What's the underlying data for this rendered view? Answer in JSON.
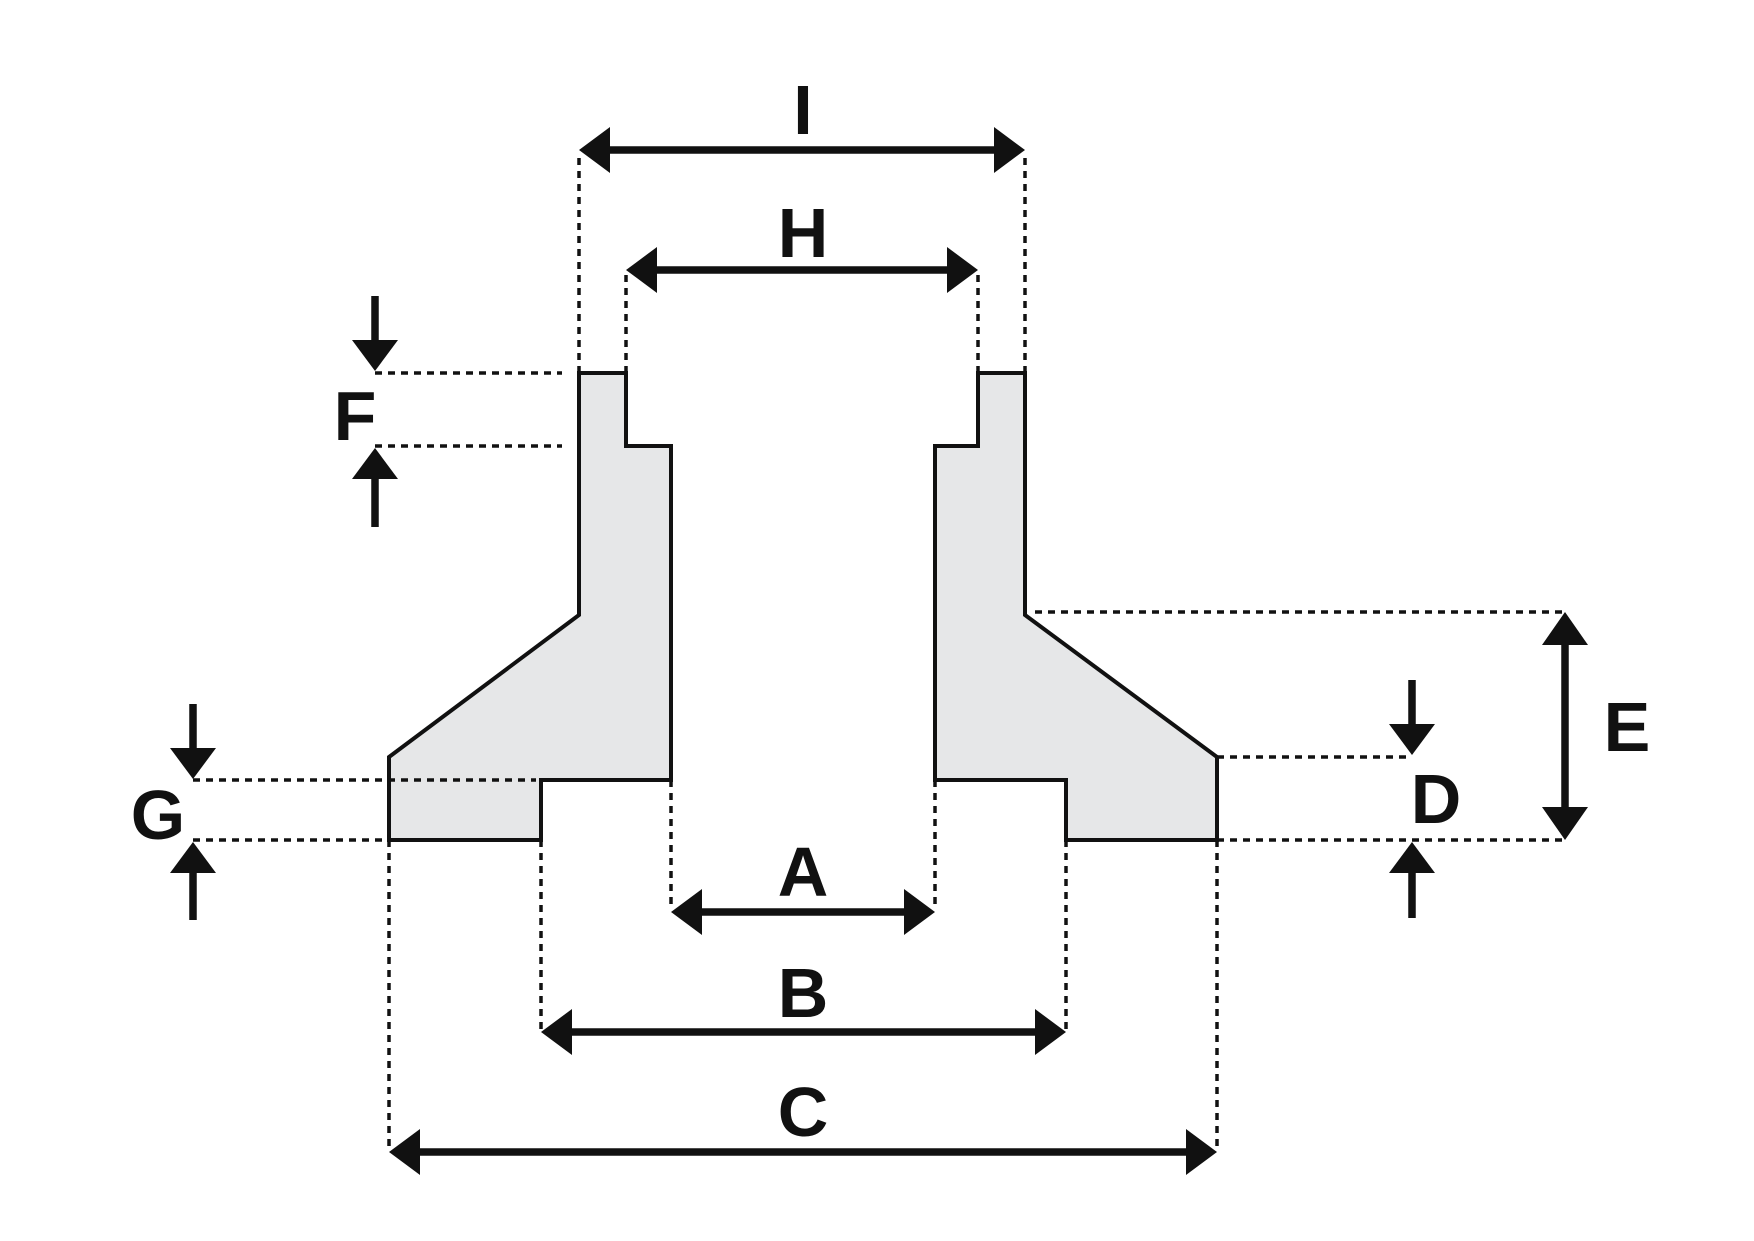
{
  "diagram": {
    "colors": {
      "fill": "#e6e7e8",
      "stroke": "#111111",
      "background": "#ffffff"
    },
    "labels": {
      "A": "A",
      "B": "B",
      "C": "C",
      "D": "D",
      "E": "E",
      "F": "F",
      "G": "G",
      "H": "H",
      "I": "I"
    }
  }
}
